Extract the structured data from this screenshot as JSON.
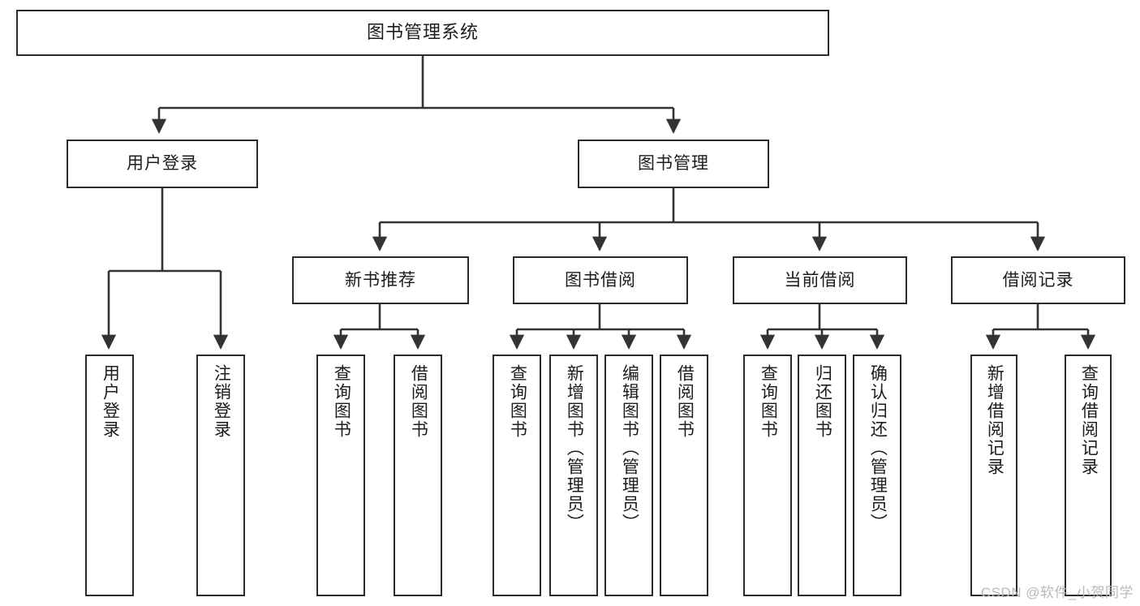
{
  "diagram": {
    "title": "图书管理系统",
    "type": "tree-hierarchy",
    "colors": {
      "box_border": "#2b2b2b",
      "box_fill": "#ffffff",
      "connector": "#333333",
      "text": "#1c1c1c",
      "watermark": "#b9b9b9",
      "background": "#ffffff"
    },
    "root": {
      "label": "图书管理系统"
    },
    "level2": [
      {
        "label": "用户登录"
      },
      {
        "label": "图书管理"
      }
    ],
    "level3": [
      {
        "label": "新书推荐"
      },
      {
        "label": "图书借阅"
      },
      {
        "label": "当前借阅"
      },
      {
        "label": "借阅记录"
      }
    ],
    "leaves": {
      "user_login": [
        {
          "label": "用户登录"
        },
        {
          "label": "注销登录"
        }
      ],
      "new_book_recommend": [
        {
          "label": "查询图书"
        },
        {
          "label": "借阅图书"
        }
      ],
      "book_borrow": [
        {
          "label": "查询图书"
        },
        {
          "label": "新增图书（管理员）"
        },
        {
          "label": "编辑图书（管理员）"
        },
        {
          "label": "借阅图书"
        }
      ],
      "current_borrow": [
        {
          "label": "查询图书"
        },
        {
          "label": "归还图书"
        },
        {
          "label": "确认归还（管理员）"
        }
      ],
      "borrow_record": [
        {
          "label": "新增借阅记录"
        },
        {
          "label": "查询借阅记录"
        }
      ]
    },
    "watermark": "CSDN @软件_小贺同学"
  }
}
